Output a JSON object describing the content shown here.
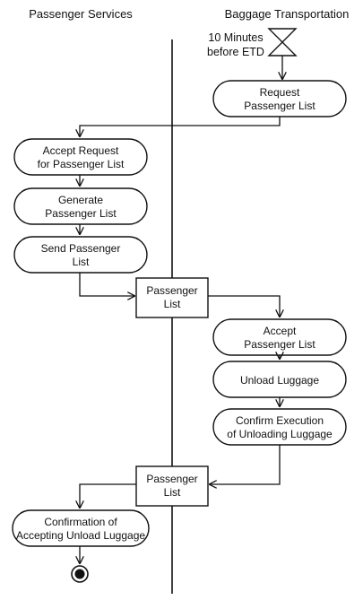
{
  "lanes": {
    "left": "Passenger Services",
    "right": "Baggage Transportation"
  },
  "timer": {
    "line1": "10 Minutes",
    "line2": "before ETD"
  },
  "actions": {
    "request_list": [
      "Request",
      "Passenger List"
    ],
    "accept_request": [
      "Accept Request",
      "for Passenger List"
    ],
    "generate_list": [
      "Generate",
      "Passenger List"
    ],
    "send_list": [
      "Send Passenger",
      "List"
    ],
    "accept_list": [
      "Accept",
      "Passenger List"
    ],
    "unload_luggage": [
      "Unload Luggage"
    ],
    "confirm_execution": [
      "Confirm Execution",
      "of Unloading Luggage"
    ],
    "confirmation_accepting": [
      "Confirmation of",
      "Accepting Unload Luggage"
    ]
  },
  "objects": {
    "passenger_list_1": [
      "Passenger",
      "List"
    ],
    "passenger_list_2": [
      "Passenger",
      "List"
    ]
  }
}
